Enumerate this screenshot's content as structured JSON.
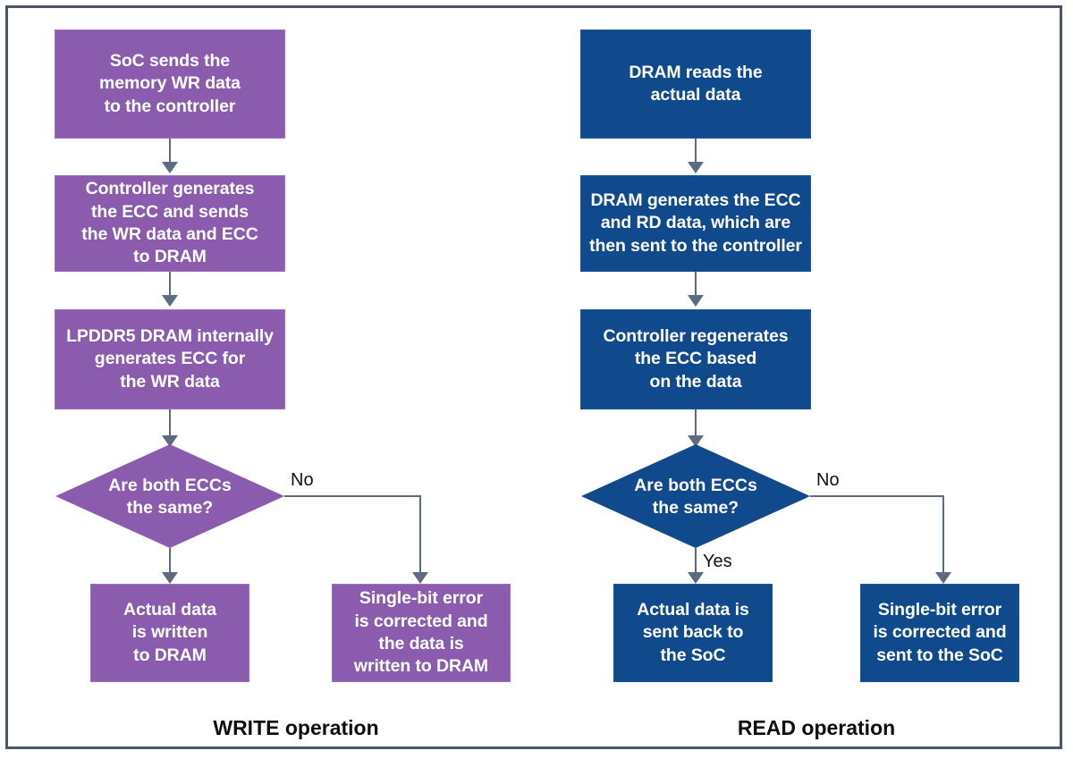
{
  "figure": {
    "type": "flowchart",
    "description": "LPDDR5 DRAM ECC write and read operation flow",
    "colors": {
      "write_fill": "#8b5cae",
      "write_border": "#a06cc4",
      "read_fill": "#10498c",
      "read_border": "#1d5799",
      "connector": "#5c6b7f",
      "frame_border": "#4a5568",
      "node_text": "#ffffff",
      "label_text": "#111111",
      "background": "#ffffff"
    }
  },
  "write_flow": {
    "caption": "WRITE operation",
    "nodes": [
      {
        "id": "w1",
        "text": "SoC sends the\nmemory WR data\nto the controller",
        "shape": "process"
      },
      {
        "id": "w2",
        "text": "Controller generates\nthe ECC and sends\nthe WR data and ECC\nto DRAM",
        "shape": "process"
      },
      {
        "id": "w3",
        "text": "LPDDR5 DRAM internally\ngenerates ECC for\nthe WR data",
        "shape": "process"
      },
      {
        "id": "w4",
        "text": "Are both ECCs\nthe same?",
        "shape": "decision"
      },
      {
        "id": "w5",
        "text": "Actual data\nis written\nto DRAM",
        "shape": "process"
      },
      {
        "id": "w6",
        "text": "Single-bit error\nis corrected and\nthe data is\nwritten to DRAM",
        "shape": "process"
      }
    ],
    "edges": [
      {
        "from": "w1",
        "to": "w2",
        "label": ""
      },
      {
        "from": "w2",
        "to": "w3",
        "label": ""
      },
      {
        "from": "w3",
        "to": "w4",
        "label": ""
      },
      {
        "from": "w4",
        "to": "w5",
        "label": ""
      },
      {
        "from": "w4",
        "to": "w6",
        "label": "No"
      }
    ]
  },
  "read_flow": {
    "caption": "READ operation",
    "nodes": [
      {
        "id": "r1",
        "text": "DRAM reads the\nactual data",
        "shape": "process"
      },
      {
        "id": "r2",
        "text": "DRAM generates the ECC\nand RD data, which are\nthen sent to the controller",
        "shape": "process"
      },
      {
        "id": "r3",
        "text": "Controller regenerates\nthe ECC based\non the data",
        "shape": "process"
      },
      {
        "id": "r4",
        "text": "Are both ECCs\nthe same?",
        "shape": "decision"
      },
      {
        "id": "r5",
        "text": "Actual data is\nsent back to\nthe SoC",
        "shape": "process"
      },
      {
        "id": "r6",
        "text": "Single-bit error\nis corrected and\nsent to the SoC",
        "shape": "process"
      }
    ],
    "edges": [
      {
        "from": "r1",
        "to": "r2",
        "label": ""
      },
      {
        "from": "r2",
        "to": "r3",
        "label": ""
      },
      {
        "from": "r3",
        "to": "r4",
        "label": ""
      },
      {
        "from": "r4",
        "to": "r5",
        "label": "Yes"
      },
      {
        "from": "r4",
        "to": "r6",
        "label": "No"
      }
    ]
  }
}
